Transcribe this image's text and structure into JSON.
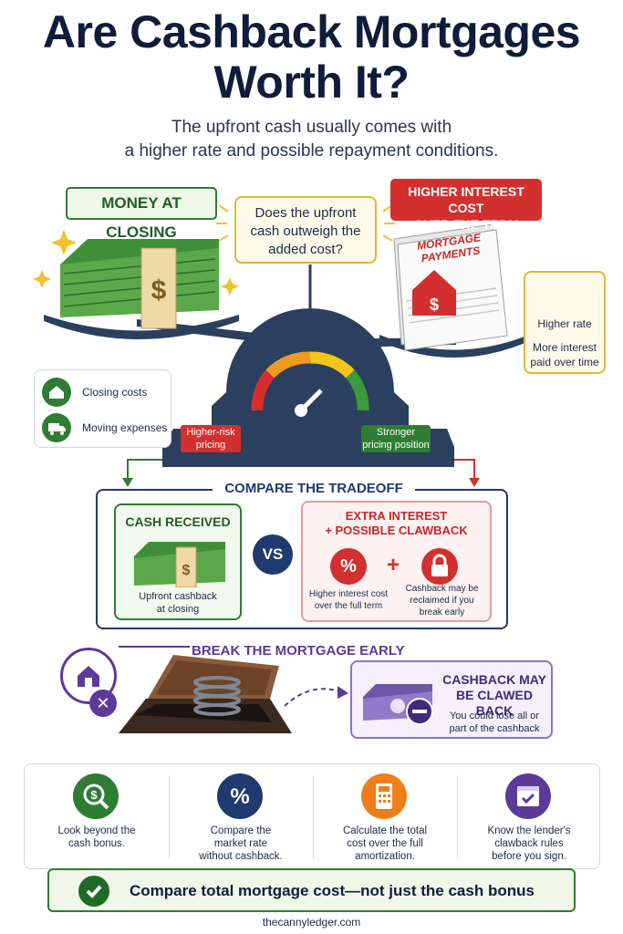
{
  "header": {
    "title_line1": "Are Cashback Mortgages",
    "title_line2": "Worth It?",
    "subtitle_line1": "The upfront cash usually comes with",
    "subtitle_line2": "a higher rate and possible repayment conditions."
  },
  "scale": {
    "left_tag": "MONEY AT CLOSING",
    "question_line1": "Does the upfront",
    "question_line2": "cash outweigh the",
    "question_line3": "added cost?",
    "right_tag_line1": "HIGHER INTEREST COST",
    "right_tag_line2": "OVER THE TERM",
    "paper_line1": "MORTGAGE",
    "paper_line2": "PAYMENTS",
    "rate_line1": "Higher rate",
    "rate_line2a": "More interest",
    "rate_line2b": "paid over time",
    "side_items": [
      {
        "label": "Closing costs",
        "icon": "house-icon"
      },
      {
        "label": "Moving expenses",
        "icon": "truck-icon"
      }
    ],
    "pill_left_line1": "Higher-risk",
    "pill_left_line2": "pricing",
    "pill_right_line1": "Stronger",
    "pill_right_line2": "pricing position"
  },
  "compare": {
    "title": "COMPARE THE TRADEOFF",
    "cash_title": "CASH RECEIVED",
    "cash_sub_line1": "Upfront cashback",
    "cash_sub_line2": "at closing",
    "vs": "VS",
    "extra_title_line1": "EXTRA INTEREST",
    "extra_title_line2": "+ POSSIBLE CLAWBACK",
    "percent_symbol": "%",
    "plus": "+",
    "extra_sub1_line1": "Higher interest cost",
    "extra_sub1_line2": "over the full term",
    "extra_sub2_line1": "Cashback may be",
    "extra_sub2_line2": "reclaimed if you",
    "extra_sub2_line3": "break early"
  },
  "break": {
    "title": "BREAK THE MORTGAGE EARLY",
    "x": "✕",
    "claw_title_line1": "CASHBACK MAY",
    "claw_title_line2": "BE CLAWED BACK",
    "claw_sub_line1": "You could lose all or",
    "claw_sub_line2": "part of the cashback"
  },
  "tips": [
    {
      "line1": "Look beyond the",
      "line2": "cash bonus.",
      "line3": "",
      "icon": "magnifier-dollar-icon",
      "color": "#2e7d32"
    },
    {
      "line1": "Compare the",
      "line2": "market rate",
      "line3": "without cashback.",
      "icon": "percent-icon",
      "color": "#1f3a6e"
    },
    {
      "line1": "Calculate the total",
      "line2": "cost over the full",
      "line3": "amortization.",
      "icon": "calculator-icon",
      "color": "#ef7d1a"
    },
    {
      "line1": "Know the lender's",
      "line2": "clawback rules",
      "line3": "before you sign.",
      "icon": "calendar-check-icon",
      "color": "#5b3a99"
    }
  ],
  "banner": {
    "text": "Compare total mortgage cost—not just the cash bonus"
  },
  "footer": {
    "site": "thecannyledger.com"
  },
  "colors": {
    "green": "#2e7d32",
    "red": "#d32f2f",
    "navy": "#1f3a6e",
    "purple": "#5b3a99",
    "gold": "#e3b53c"
  }
}
